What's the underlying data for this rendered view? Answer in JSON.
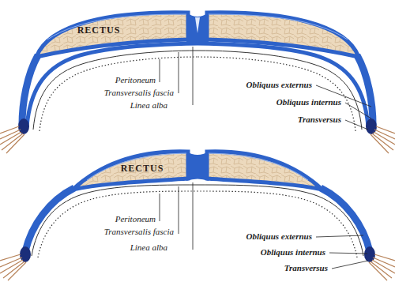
{
  "diagram": {
    "labels": [
      "RECTUS",
      "Peritoneum",
      "Transversalis fascia",
      "Linea alba",
      "Obliquus externus",
      "Obliquus internus",
      "Transversus",
      "RECTUS",
      "Peritoneum",
      "Transversalis fascia",
      "Linea alba",
      "Obliquus externus",
      "Obliquus internus",
      "Transversus"
    ]
  }
}
